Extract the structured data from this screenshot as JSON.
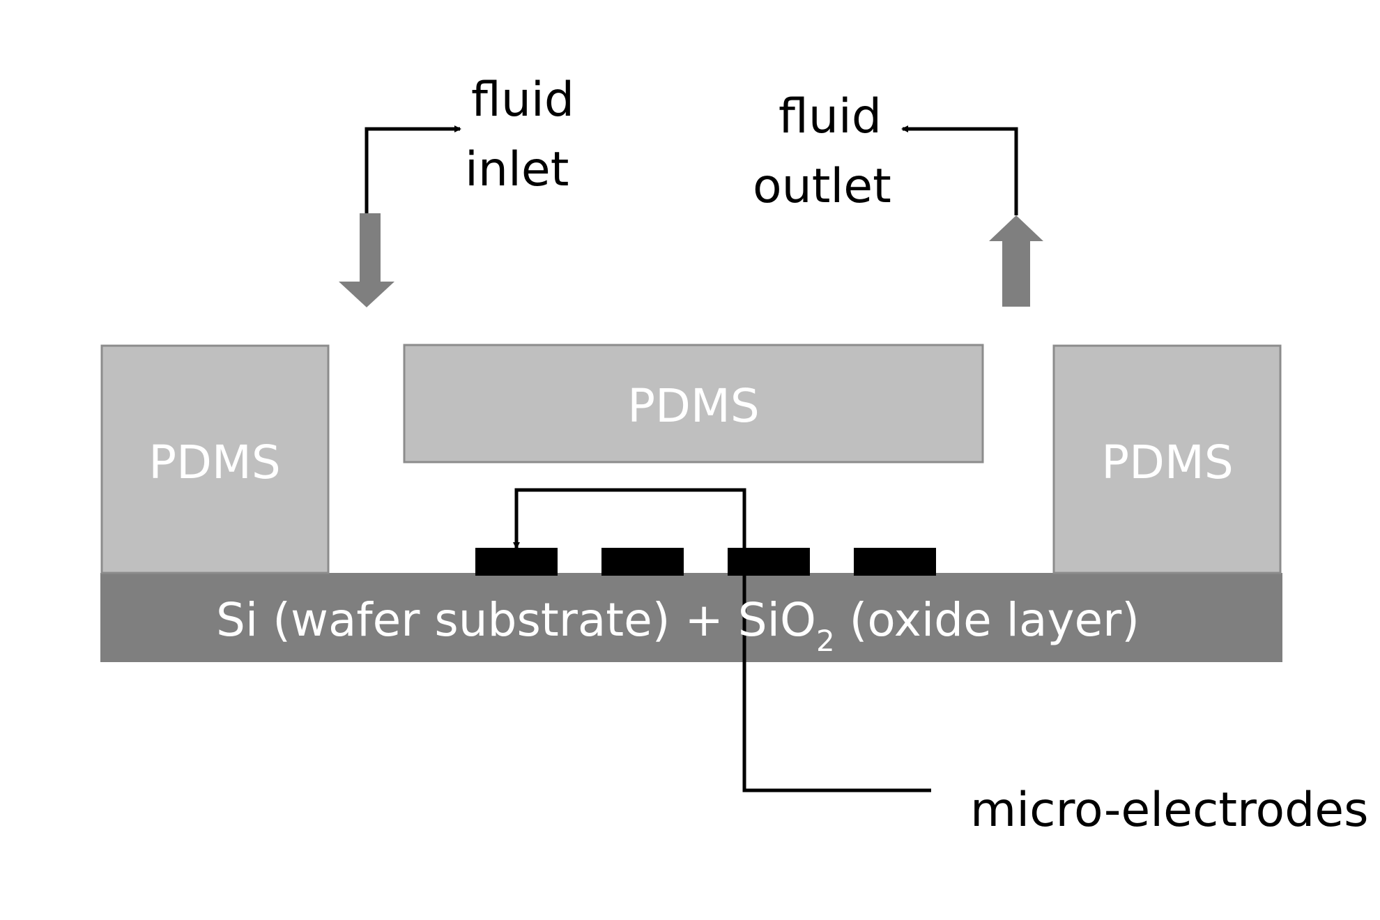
{
  "labels": {
    "inlet_line1": "fluid",
    "inlet_line2": "inlet",
    "outlet_line1": "fluid",
    "outlet_line2": "outlet",
    "pdms_left": "PDMS",
    "pdms_center": "PDMS",
    "pdms_right": "PDMS",
    "substrate_main": "Si (wafer substrate)  +  SiO",
    "substrate_subscript": "2",
    "substrate_tail": " (oxide layer)",
    "electrodes": "micro-electrodes"
  },
  "colors": {
    "background": "#ffffff",
    "pdms_fill": "#bfbfbf",
    "pdms_stroke": "#8c8c8c",
    "substrate_fill": "#7f7f7f",
    "flow_arrow": "#7f7f7f",
    "electrode": "#000000",
    "leader_line": "#000000",
    "text_on_dark": "#ffffff",
    "text_on_light": "#000000"
  },
  "icons": {
    "inlet_flow": "down-arrow-icon",
    "outlet_flow": "up-arrow-icon"
  }
}
